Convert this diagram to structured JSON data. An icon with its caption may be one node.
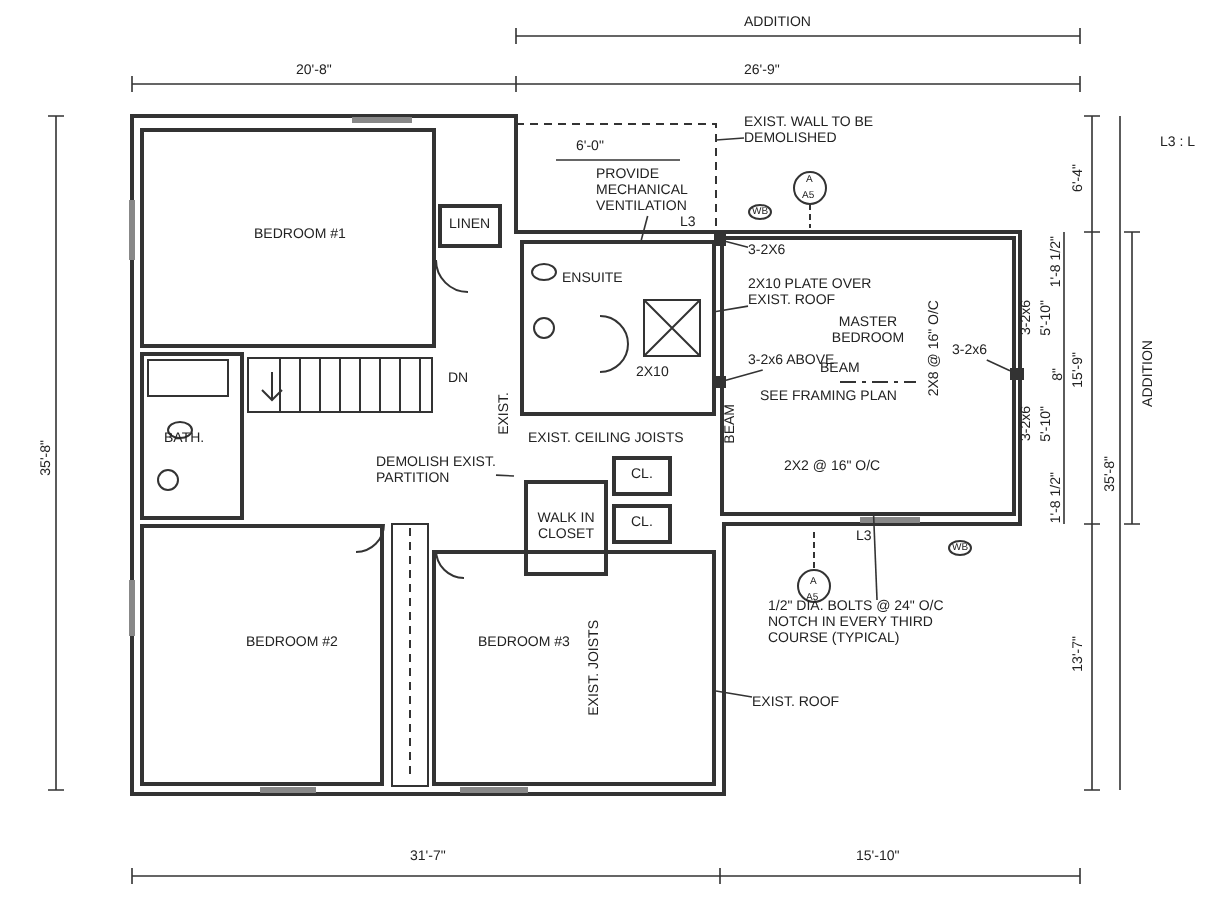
{
  "diagram": {
    "nodes": [
      {
        "text": [
          "BEDROOM #1"
        ]
      },
      {
        "text": [
          "LINEN"
        ]
      },
      {
        "text": [
          "ENSUITE"
        ]
      },
      {
        "text": [
          "BATH."
        ]
      },
      {
        "text": [
          "MASTER BEDROOM"
        ]
      },
      {
        "text": [
          "WALK IN CLOSET"
        ]
      },
      {
        "text": [
          "CL."
        ]
      },
      {
        "text": [
          "CL."
        ]
      },
      {
        "text": [
          "BEDROOM #2"
        ]
      },
      {
        "text": [
          "BEDROOM #3"
        ]
      },
      {
        "text": [
          "EXIST. WALL TO BE DEMOLISHED"
        ]
      },
      {
        "text": [
          "PROVIDE MECHANICAL VENTILATION"
        ]
      },
      {
        "text": [
          "3-2X6"
        ],
        "in": 4
      },
      {
        "text": [
          "2X10 PLATE OVER EXIST. ROOF"
        ],
        "in": 4
      },
      {
        "text": [
          "3-2x6 ABOVE"
        ],
        "in": 4
      },
      {
        "text": [
          "3-2x6"
        ],
        "in": 4
      },
      {
        "text": [
          "DEMOLISH EXIST. PARTITION"
        ]
      },
      {
        "text": [
          "1/2\" DIA. BOLTS @ 24\" O/C NOTCH IN EVERY THIRD COURSE (TYPICAL)"
        ]
      },
      {
        "text": [
          "EXIST. ROOF"
        ]
      },
      {
        "text": [],
        "shape": "box"
      },
      {
        "text": [],
        "shape": "box"
      },
      {
        "text": [],
        "shape": "box"
      }
    ],
    "edges": [
      {
        "from": 10,
        "to": null,
        "arrow": "none"
      },
      {
        "from": 11,
        "to": 2,
        "arrow": "none"
      },
      {
        "from": 12,
        "to": 19,
        "arrow": "none"
      },
      {
        "from": 13,
        "to": 2,
        "arrow": "none"
      },
      {
        "from": 14,
        "to": 20,
        "arrow": "none"
      },
      {
        "from": 15,
        "to": 21,
        "arrow": "none"
      },
      {
        "from": 16,
        "to": null,
        "arrow": "none"
      },
      {
        "from": 17,
        "to": 4,
        "arrow": "none"
      },
      {
        "from": 18,
        "to": 9,
        "arrow": "none"
      }
    ],
    "labels": [
      "ADDITION",
      "20'-8\"",
      "26'-9\"",
      "6'-0\"",
      "L3 : L",
      "A",
      "A5",
      "6'-4\"",
      "WB",
      "L3",
      "1'-8 1/2\"",
      "3-2x6",
      "5'-10\"",
      "2X10",
      "BEAM",
      "SEE FRAMING PLAN",
      "2X8 @ 16\" O/C",
      "8\"",
      "15'-9\"",
      "ADDITION",
      "DN",
      "EXIST.",
      "EXIST. CEILING JOISTS",
      "BEAM",
      "35'-8\"",
      "3-2x6",
      "5'-10\"",
      "2X2 @ 16\" O/C",
      "1'-8 1/2\"",
      "L3",
      "WB",
      "35'-8\"",
      "A",
      "A5",
      "EXIST. JOISTS",
      "13'-7\"",
      "31'-7\"",
      "15'-10\""
    ]
  }
}
